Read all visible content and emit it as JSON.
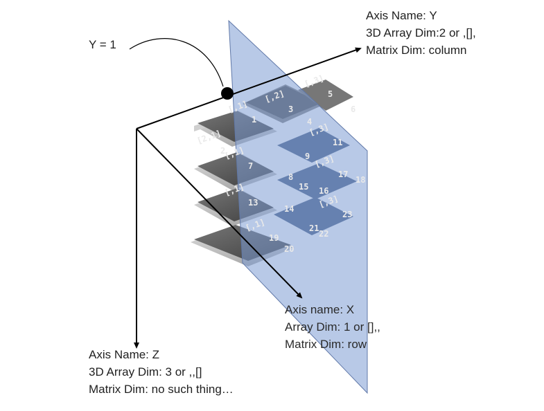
{
  "diagram": {
    "point_label": "Y = 1",
    "y_axis": {
      "line1": "Axis Name: Y",
      "line2": "3D Array Dim:2 or ,[],",
      "line3": "Matrix Dim: column"
    },
    "x_axis": {
      "line1": "Axis name: X",
      "line2": "Array Dim: 1 or [],,",
      "line3": "Matrix Dim: row"
    },
    "z_axis": {
      "line1": "Axis Name: Z",
      "line2": "3D Array Dim: 3 or ,,[]",
      "line3": "Matrix Dim: no such thing…"
    },
    "tiles": [
      {
        "index": "[,1]",
        "value": "1"
      },
      {
        "index": "[,2]",
        "value": "3"
      },
      {
        "index": "[,3]",
        "value": "5"
      },
      {
        "index": "[2,1]",
        "value": "2"
      },
      {
        "index": "",
        "value": "4"
      },
      {
        "index": "",
        "value": "6"
      },
      {
        "index": "[,1]",
        "value": "7"
      },
      {
        "index": "",
        "value": "8"
      },
      {
        "index": "",
        "value": "9"
      },
      {
        "index": "[,3]",
        "value": "11"
      },
      {
        "index": "[,1]",
        "value": "13"
      },
      {
        "index": "",
        "value": "14"
      },
      {
        "index": "",
        "value": "15"
      },
      {
        "index": "",
        "value": "16"
      },
      {
        "index": "[,3]",
        "value": "17"
      },
      {
        "index": "",
        "value": "18"
      },
      {
        "index": "[,1]",
        "value": "19"
      },
      {
        "index": "",
        "value": "20"
      },
      {
        "index": "",
        "value": "21"
      },
      {
        "index": "",
        "value": "22"
      },
      {
        "index": "[,3]",
        "value": "23"
      }
    ],
    "colors": {
      "plane": "#7e9cd3",
      "tile_dark": "#5d5d5d",
      "tile_blue": "#3f5a8a",
      "axis": "#000000"
    }
  }
}
